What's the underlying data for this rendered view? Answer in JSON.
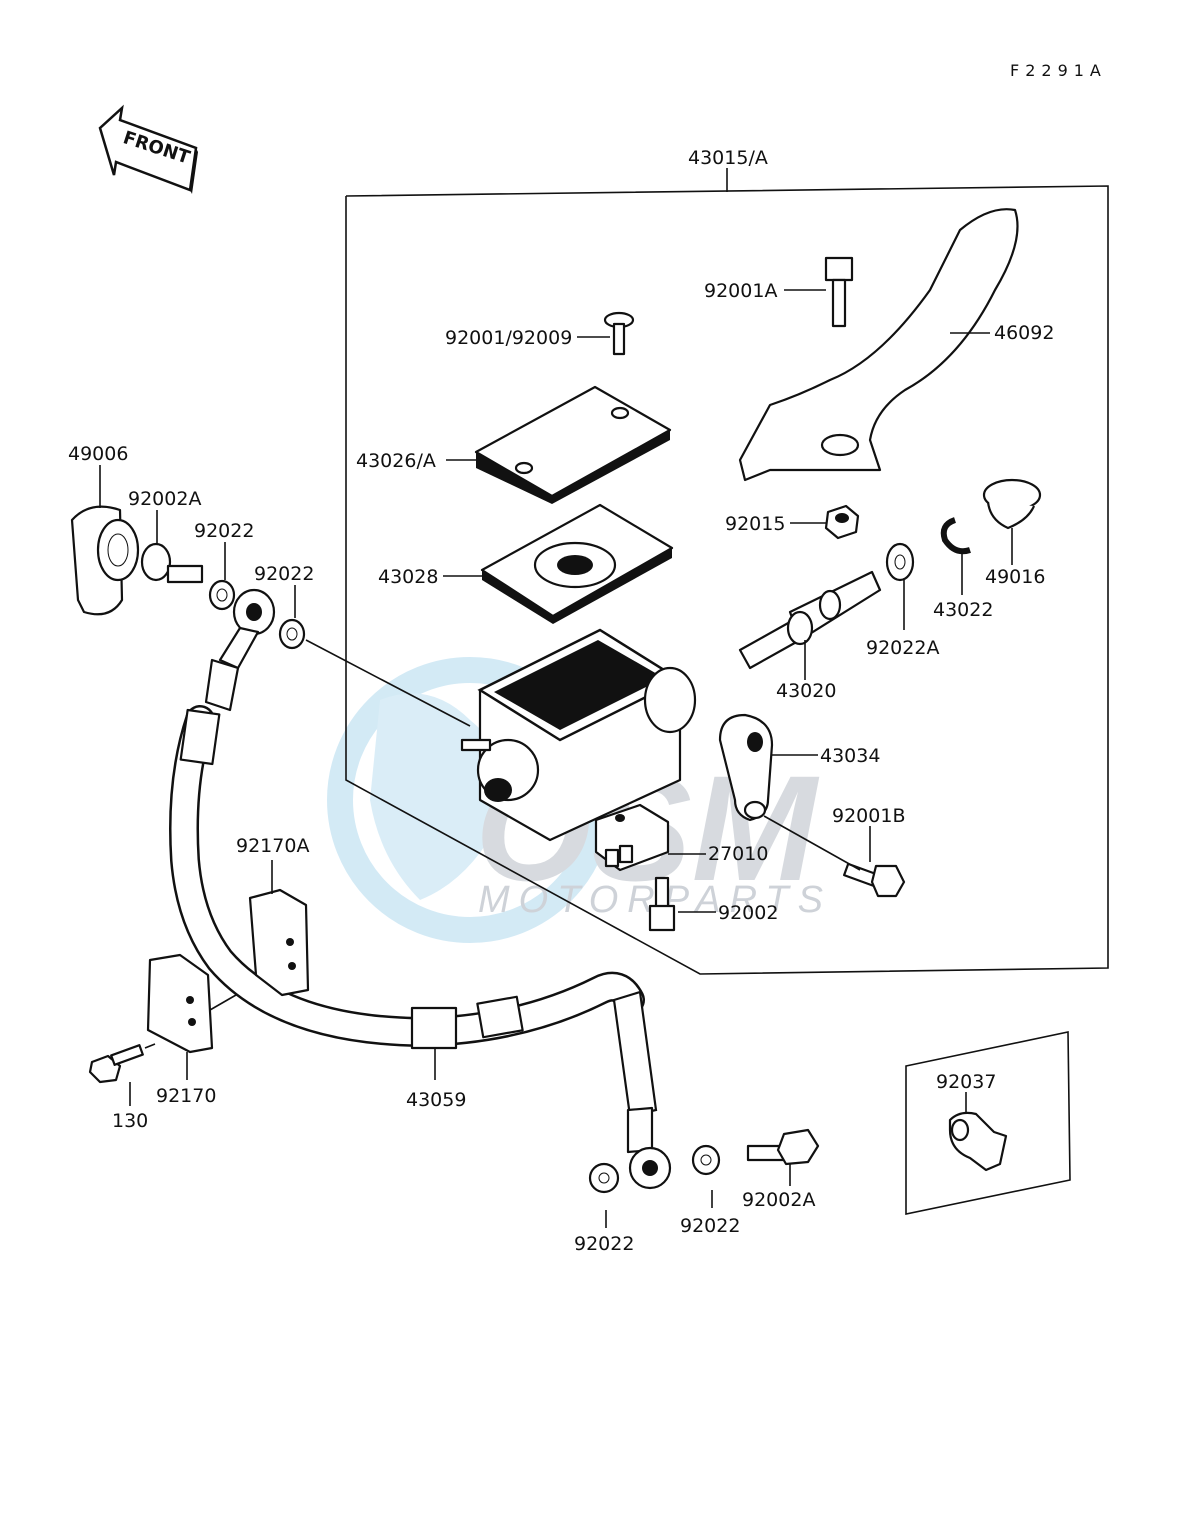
{
  "diagram": {
    "code": "F2291A",
    "front_label": "FRONT",
    "assembly_label": "43015/A",
    "watermark": {
      "brand": "OSM",
      "sub": "MOTORPARTS"
    },
    "labels": {
      "p92001A": "92001A",
      "p46092": "46092",
      "p92001_92009": "92001/92009",
      "p43026A": "43026/A",
      "p49006": "49006",
      "p92002A_top": "92002A",
      "p92022_a": "92022",
      "p92022_b": "92022",
      "p43028": "43028",
      "p92015": "92015",
      "p49016": "49016",
      "p43022": "43022",
      "p92022A": "92022A",
      "p43020": "43020",
      "p43034": "43034",
      "p92001B": "92001B",
      "p92170A": "92170A",
      "p27010": "27010",
      "p92002": "92002",
      "p130": "130",
      "p92170": "92170",
      "p43059": "43059",
      "p92037": "92037",
      "p92002A_bottom": "92002A",
      "p92022_c": "92022",
      "p92022_d": "92022"
    }
  }
}
